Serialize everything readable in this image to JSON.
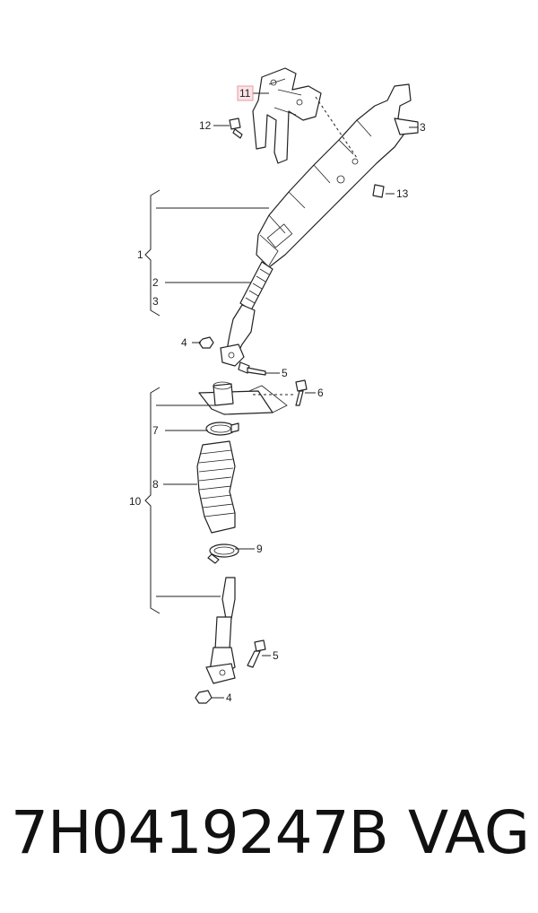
{
  "diagram": {
    "callouts": {
      "c1": "1",
      "c2": "2",
      "c3": "3",
      "c3b": "3",
      "c4a": "4",
      "c4b": "4",
      "c5a": "5",
      "c5b": "5",
      "c6": "6",
      "c7": "7",
      "c8": "8",
      "c9": "9",
      "c10": "10",
      "c11": "11",
      "c12": "12",
      "c13": "13"
    },
    "highlighted_callout": "11",
    "highlight_color": "#fbe3e6"
  },
  "footer": {
    "part_number": "7H0419247B",
    "brand": "VAG"
  }
}
